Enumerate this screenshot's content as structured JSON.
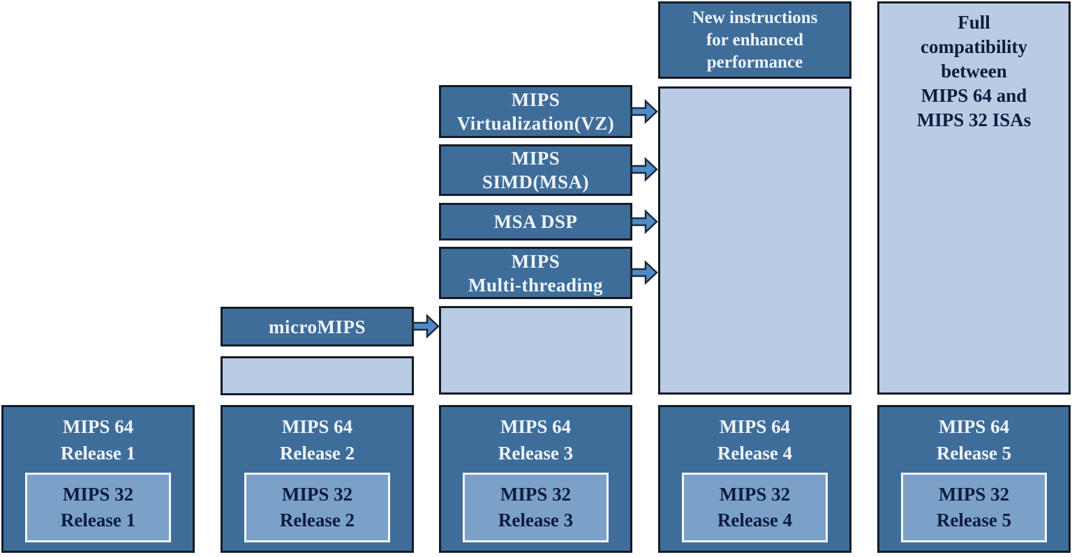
{
  "colors": {
    "dark_fill": "#3f6d99",
    "light_fill": "#b9cce3",
    "inner_fill": "#7ba1c9",
    "box_border": "#141b26",
    "inner_border": "#f4f7fa",
    "dark_text": "#0d1c3f",
    "light_text": "#eef4fb",
    "arrow_fill": "#4e8bc8",
    "arrow_stroke": "#1c2b3a",
    "bg": "#ffffff"
  },
  "base_releases": [
    {
      "name": "MIPS 64",
      "release": "Release 1",
      "inner_name": "MIPS 32",
      "inner_release": "Release 1"
    },
    {
      "name": "MIPS 64",
      "release": "Release 2",
      "inner_name": "MIPS 32",
      "inner_release": "Release 2"
    },
    {
      "name": "MIPS 64",
      "release": "Release 3",
      "inner_name": "MIPS 32",
      "inner_release": "Release 3"
    },
    {
      "name": "MIPS 64",
      "release": "Release 4",
      "inner_name": "MIPS 32",
      "inner_release": "Release 4"
    },
    {
      "name": "MIPS 64",
      "release": "Release 5",
      "inner_name": "MIPS 32",
      "inner_release": "Release 5"
    }
  ],
  "features": {
    "micromips": "microMIPS",
    "virtualization": [
      "MIPS",
      "Virtualization(VZ)"
    ],
    "simd": [
      "MIPS",
      "SIMD(MSA)"
    ],
    "msa_dsp": "MSA DSP",
    "multithreading": [
      "MIPS",
      "Multi-threading"
    ]
  },
  "annotations": {
    "new_instructions": [
      "New instructions",
      "for enhanced",
      "performance"
    ],
    "full_compatibility": [
      "Full",
      "compatibility",
      "between",
      "MIPS 64 and",
      "MIPS 32 ISAs"
    ]
  },
  "arrow_icon": "arrow-right"
}
